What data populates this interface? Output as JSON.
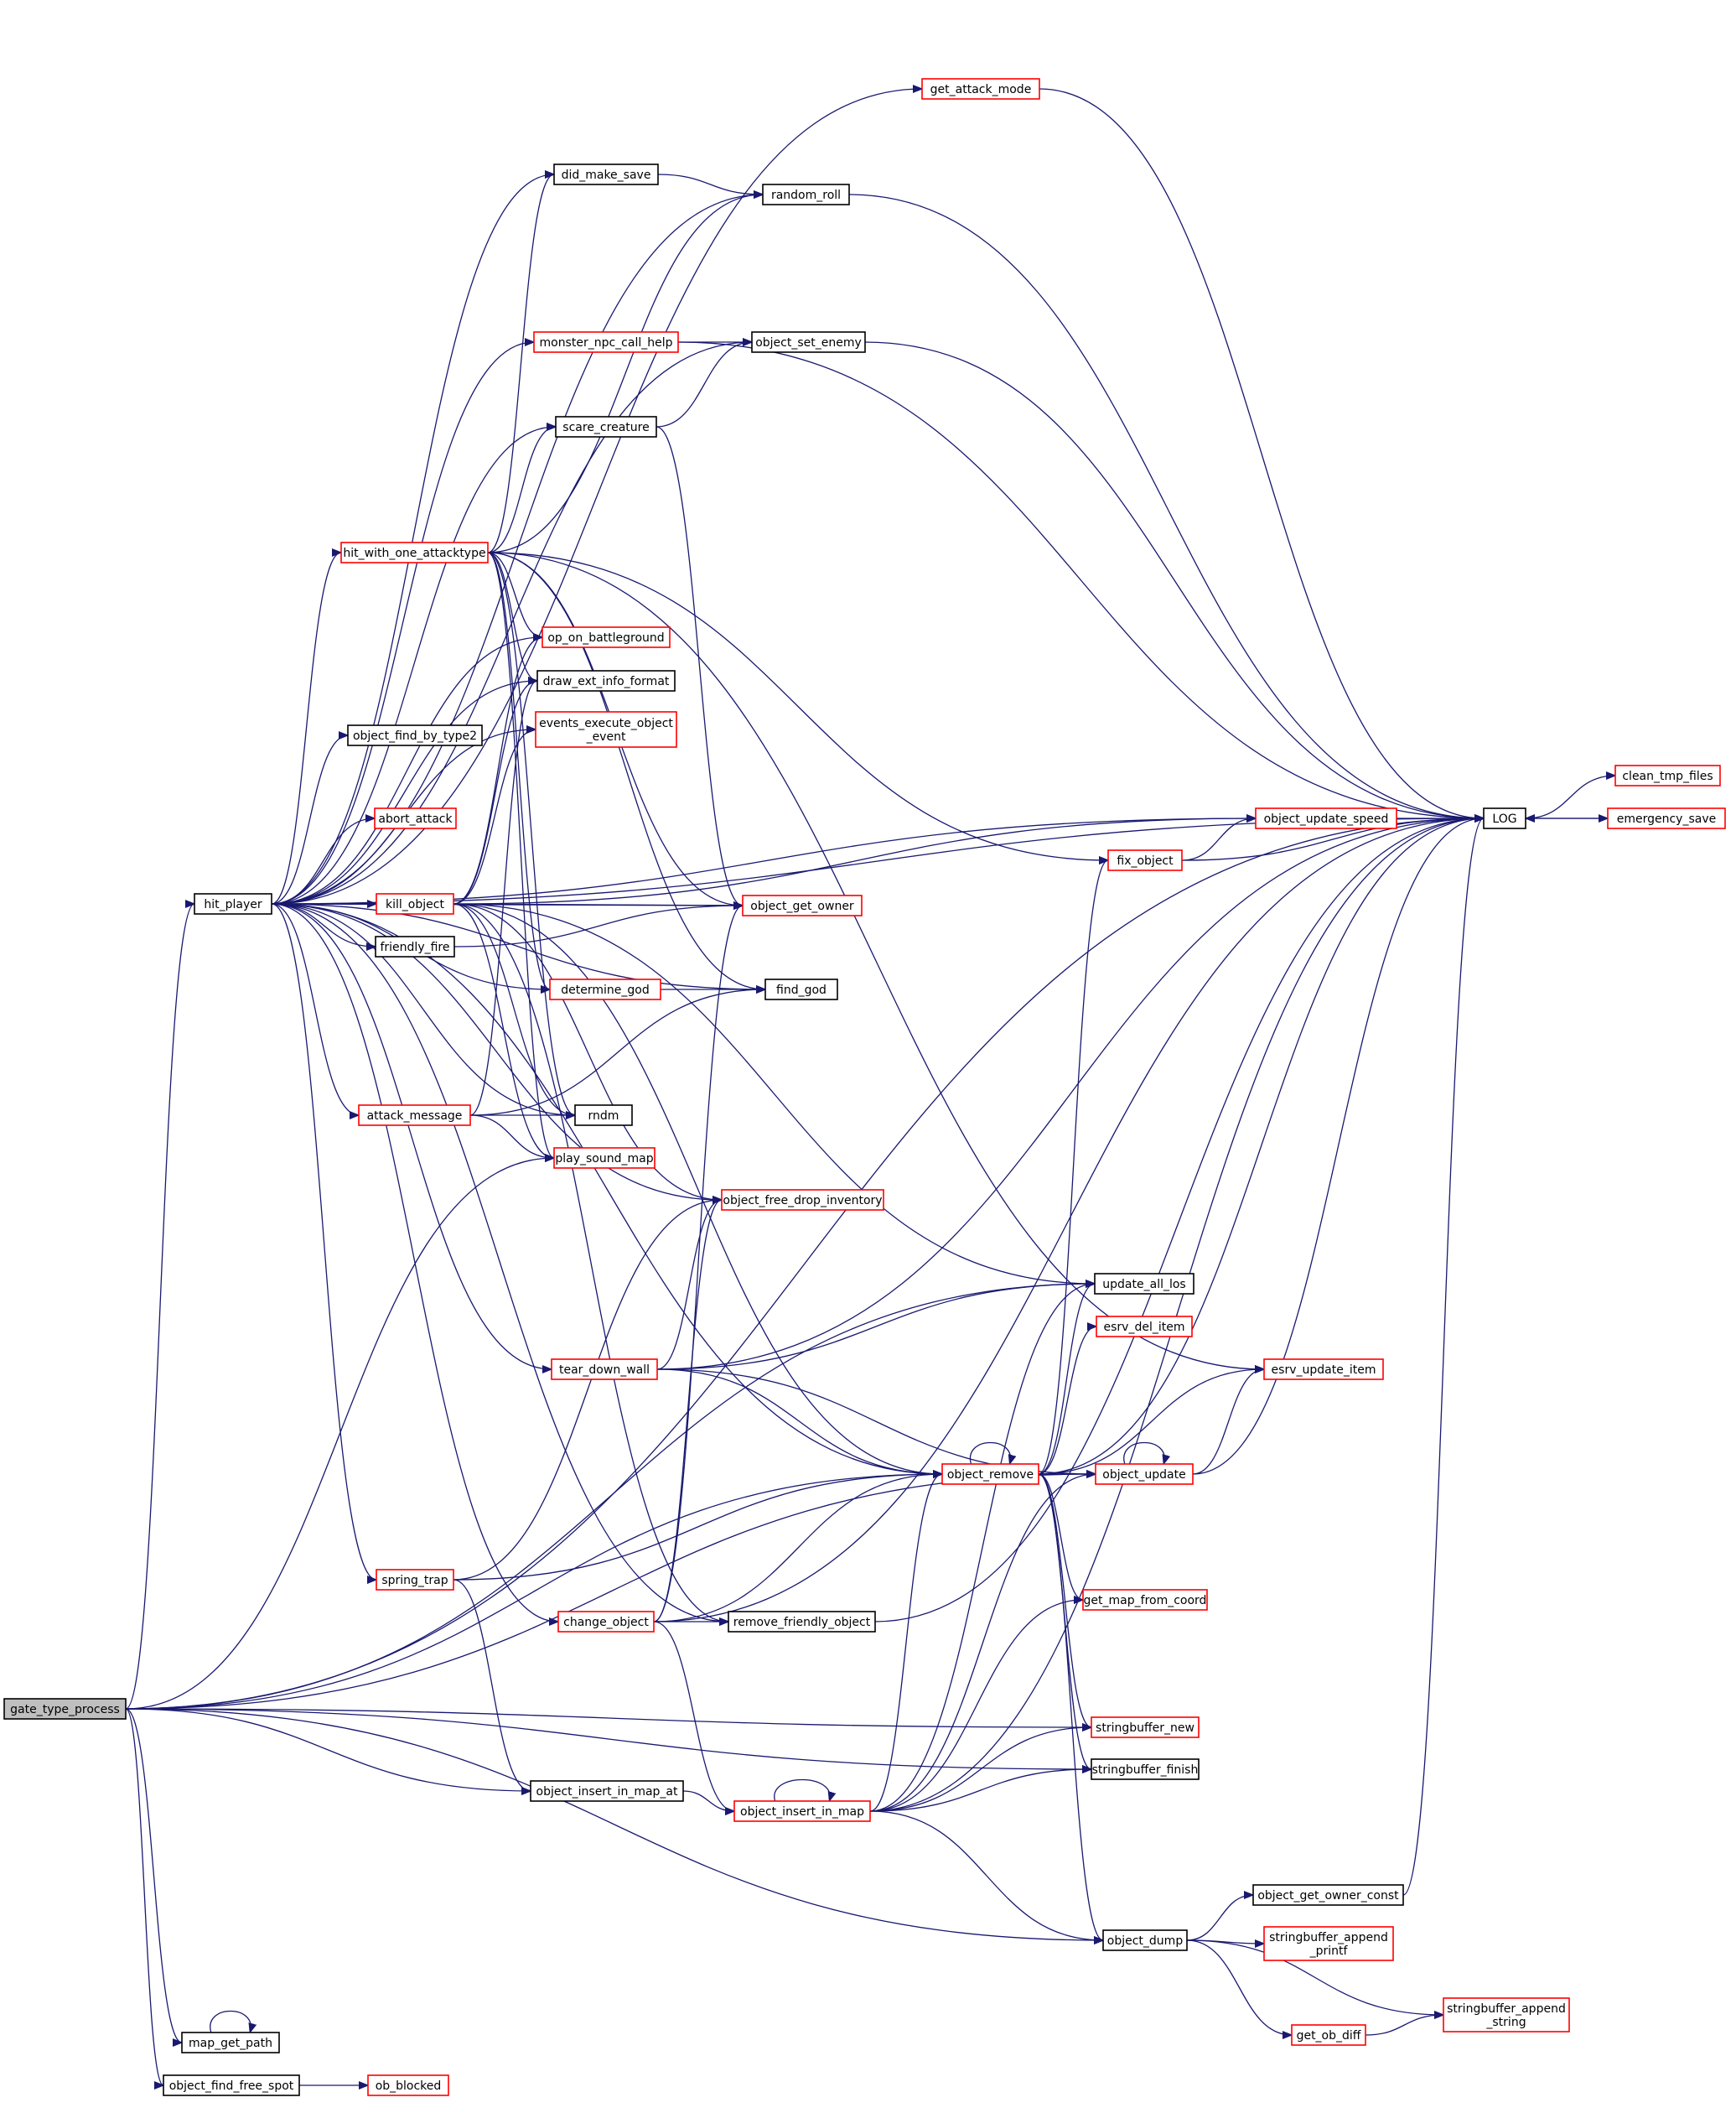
{
  "nodes": [
    {
      "id": "gate_type_process",
      "label": "gate_type_process",
      "style": "root"
    },
    {
      "id": "hit_player",
      "label": "hit_player",
      "style": "black"
    },
    {
      "id": "map_get_path",
      "label": "map_get_path",
      "style": "black"
    },
    {
      "id": "object_find_free_spot",
      "label": "object_find_free_spot",
      "style": "black"
    },
    {
      "id": "ob_blocked",
      "label": "ob_blocked",
      "style": "red"
    },
    {
      "id": "get_attack_mode",
      "label": "get_attack_mode",
      "style": "red"
    },
    {
      "id": "did_make_save",
      "label": "did_make_save",
      "style": "black"
    },
    {
      "id": "random_roll",
      "label": "random_roll",
      "style": "black"
    },
    {
      "id": "monster_npc_call_help",
      "label": "monster_npc_call_help",
      "style": "red"
    },
    {
      "id": "object_set_enemy",
      "label": "object_set_enemy",
      "style": "black"
    },
    {
      "id": "scare_creature",
      "label": "scare_creature",
      "style": "black"
    },
    {
      "id": "hit_with_one_attacktype",
      "label": "hit_with_one_attacktype",
      "style": "red"
    },
    {
      "id": "op_on_battleground",
      "label": "op_on_battleground",
      "style": "red"
    },
    {
      "id": "draw_ext_info_format",
      "label": "draw_ext_info_format",
      "style": "black"
    },
    {
      "id": "events_execute_object_event",
      "label": "events_execute_object\n_event",
      "style": "red"
    },
    {
      "id": "object_find_by_type2",
      "label": "object_find_by_type2",
      "style": "black"
    },
    {
      "id": "abort_attack",
      "label": "abort_attack",
      "style": "red"
    },
    {
      "id": "kill_object",
      "label": "kill_object",
      "style": "red"
    },
    {
      "id": "friendly_fire",
      "label": "friendly_fire",
      "style": "black"
    },
    {
      "id": "object_get_owner",
      "label": "object_get_owner",
      "style": "red"
    },
    {
      "id": "determine_god",
      "label": "determine_god",
      "style": "red"
    },
    {
      "id": "find_god",
      "label": "find_god",
      "style": "black"
    },
    {
      "id": "attack_message",
      "label": "attack_message",
      "style": "red"
    },
    {
      "id": "rndm",
      "label": "rndm",
      "style": "black"
    },
    {
      "id": "play_sound_map",
      "label": "play_sound_map",
      "style": "red"
    },
    {
      "id": "object_free_drop_inventory",
      "label": "object_free_drop_inventory",
      "style": "red"
    },
    {
      "id": "update_all_los",
      "label": "update_all_los",
      "style": "black"
    },
    {
      "id": "esrv_del_item",
      "label": "esrv_del_item",
      "style": "red"
    },
    {
      "id": "tear_down_wall",
      "label": "tear_down_wall",
      "style": "red"
    },
    {
      "id": "esrv_update_item",
      "label": "esrv_update_item",
      "style": "red"
    },
    {
      "id": "object_remove",
      "label": "object_remove",
      "style": "red"
    },
    {
      "id": "object_update",
      "label": "object_update",
      "style": "red"
    },
    {
      "id": "spring_trap",
      "label": "spring_trap",
      "style": "red"
    },
    {
      "id": "get_map_from_coord",
      "label": "get_map_from_coord",
      "style": "red"
    },
    {
      "id": "change_object",
      "label": "change_object",
      "style": "red"
    },
    {
      "id": "remove_friendly_object",
      "label": "remove_friendly_object",
      "style": "black"
    },
    {
      "id": "stringbuffer_new",
      "label": "stringbuffer_new",
      "style": "red"
    },
    {
      "id": "stringbuffer_finish",
      "label": "stringbuffer_finish",
      "style": "black"
    },
    {
      "id": "object_insert_in_map_at",
      "label": "object_insert_in_map_at",
      "style": "black"
    },
    {
      "id": "object_insert_in_map",
      "label": "object_insert_in_map",
      "style": "red"
    },
    {
      "id": "object_get_owner_const",
      "label": "object_get_owner_const",
      "style": "black"
    },
    {
      "id": "object_dump",
      "label": "object_dump",
      "style": "black"
    },
    {
      "id": "stringbuffer_append_printf",
      "label": "stringbuffer_append\n_printf",
      "style": "red"
    },
    {
      "id": "stringbuffer_append_string",
      "label": "stringbuffer_append\n_string",
      "style": "red"
    },
    {
      "id": "get_ob_diff",
      "label": "get_ob_diff",
      "style": "red"
    },
    {
      "id": "fix_object",
      "label": "fix_object",
      "style": "red"
    },
    {
      "id": "object_update_speed",
      "label": "object_update_speed",
      "style": "red"
    },
    {
      "id": "LOG",
      "label": "LOG",
      "style": "black"
    },
    {
      "id": "clean_tmp_files",
      "label": "clean_tmp_files",
      "style": "red"
    },
    {
      "id": "emergency_save",
      "label": "emergency_save",
      "style": "red"
    }
  ],
  "edges": [
    [
      "gate_type_process",
      "hit_player"
    ],
    [
      "gate_type_process",
      "map_get_path"
    ],
    [
      "gate_type_process",
      "object_find_free_spot"
    ],
    [
      "gate_type_process",
      "LOG"
    ],
    [
      "gate_type_process",
      "object_remove"
    ],
    [
      "gate_type_process",
      "object_update"
    ],
    [
      "gate_type_process",
      "play_sound_map"
    ],
    [
      "gate_type_process",
      "update_all_los"
    ],
    [
      "gate_type_process",
      "object_insert_in_map_at"
    ],
    [
      "gate_type_process",
      "stringbuffer_new"
    ],
    [
      "gate_type_process",
      "stringbuffer_finish"
    ],
    [
      "gate_type_process",
      "object_dump"
    ],
    [
      "map_get_path",
      "map_get_path"
    ],
    [
      "object_find_free_spot",
      "ob_blocked"
    ],
    [
      "hit_player",
      "get_attack_mode"
    ],
    [
      "hit_player",
      "did_make_save"
    ],
    [
      "hit_player",
      "random_roll"
    ],
    [
      "hit_player",
      "monster_npc_call_help"
    ],
    [
      "hit_player",
      "object_set_enemy"
    ],
    [
      "hit_player",
      "scare_creature"
    ],
    [
      "hit_player",
      "hit_with_one_attacktype"
    ],
    [
      "hit_player",
      "op_on_battleground"
    ],
    [
      "hit_player",
      "draw_ext_info_format"
    ],
    [
      "hit_player",
      "events_execute_object_event"
    ],
    [
      "hit_player",
      "object_find_by_type2"
    ],
    [
      "hit_player",
      "abort_attack"
    ],
    [
      "hit_player",
      "kill_object"
    ],
    [
      "hit_player",
      "friendly_fire"
    ],
    [
      "hit_player",
      "object_get_owner"
    ],
    [
      "hit_player",
      "determine_god"
    ],
    [
      "hit_player",
      "find_god"
    ],
    [
      "hit_player",
      "attack_message"
    ],
    [
      "hit_player",
      "rndm"
    ],
    [
      "hit_player",
      "object_free_drop_inventory"
    ],
    [
      "hit_player",
      "tear_down_wall"
    ],
    [
      "hit_player",
      "object_remove"
    ],
    [
      "hit_player",
      "spring_trap"
    ],
    [
      "hit_player",
      "change_object"
    ],
    [
      "hit_player",
      "remove_friendly_object"
    ],
    [
      "hit_player",
      "object_update_speed"
    ],
    [
      "hit_player",
      "LOG"
    ],
    [
      "get_attack_mode",
      "LOG"
    ],
    [
      "did_make_save",
      "random_roll"
    ],
    [
      "random_roll",
      "LOG"
    ],
    [
      "monster_npc_call_help",
      "object_set_enemy"
    ],
    [
      "monster_npc_call_help",
      "LOG"
    ],
    [
      "object_set_enemy",
      "LOG"
    ],
    [
      "scare_creature",
      "object_set_enemy"
    ],
    [
      "scare_creature",
      "object_get_owner"
    ],
    [
      "hit_with_one_attacktype",
      "did_make_save"
    ],
    [
      "hit_with_one_attacktype",
      "random_roll"
    ],
    [
      "hit_with_one_attacktype",
      "scare_creature"
    ],
    [
      "hit_with_one_attacktype",
      "op_on_battleground"
    ],
    [
      "hit_with_one_attacktype",
      "draw_ext_info_format"
    ],
    [
      "hit_with_one_attacktype",
      "determine_god"
    ],
    [
      "hit_with_one_attacktype",
      "find_god"
    ],
    [
      "hit_with_one_attacktype",
      "rndm"
    ],
    [
      "hit_with_one_attacktype",
      "play_sound_map"
    ],
    [
      "hit_with_one_attacktype",
      "fix_object"
    ],
    [
      "hit_with_one_attacktype",
      "esrv_update_item"
    ],
    [
      "hit_with_one_attacktype",
      "object_get_owner"
    ],
    [
      "kill_object",
      "op_on_battleground"
    ],
    [
      "kill_object",
      "draw_ext_info_format"
    ],
    [
      "kill_object",
      "events_execute_object_event"
    ],
    [
      "kill_object",
      "object_get_owner"
    ],
    [
      "kill_object",
      "object_update_speed"
    ],
    [
      "kill_object",
      "rndm"
    ],
    [
      "kill_object",
      "play_sound_map"
    ],
    [
      "kill_object",
      "object_free_drop_inventory"
    ],
    [
      "kill_object",
      "update_all_los"
    ],
    [
      "kill_object",
      "object_remove"
    ],
    [
      "kill_object",
      "remove_friendly_object"
    ],
    [
      "friendly_fire",
      "object_get_owner"
    ],
    [
      "determine_god",
      "find_god"
    ],
    [
      "attack_message",
      "rndm"
    ],
    [
      "attack_message",
      "play_sound_map"
    ],
    [
      "attack_message",
      "draw_ext_info_format"
    ],
    [
      "attack_message",
      "find_god"
    ],
    [
      "tear_down_wall",
      "object_free_drop_inventory"
    ],
    [
      "tear_down_wall",
      "update_all_los"
    ],
    [
      "tear_down_wall",
      "object_remove"
    ],
    [
      "tear_down_wall",
      "object_update"
    ],
    [
      "tear_down_wall",
      "LOG"
    ],
    [
      "spring_trap",
      "object_free_drop_inventory"
    ],
    [
      "spring_trap",
      "object_remove"
    ],
    [
      "spring_trap",
      "object_insert_in_map_at"
    ],
    [
      "change_object",
      "object_get_owner"
    ],
    [
      "change_object",
      "object_free_drop_inventory"
    ],
    [
      "change_object",
      "object_remove"
    ],
    [
      "change_object",
      "remove_friendly_object"
    ],
    [
      "change_object",
      "object_insert_in_map"
    ],
    [
      "change_object",
      "LOG"
    ],
    [
      "remove_friendly_object",
      "LOG"
    ],
    [
      "object_remove",
      "object_remove"
    ],
    [
      "object_remove",
      "fix_object"
    ],
    [
      "object_remove",
      "update_all_los"
    ],
    [
      "object_remove",
      "esrv_del_item"
    ],
    [
      "object_remove",
      "esrv_update_item"
    ],
    [
      "object_remove",
      "object_update"
    ],
    [
      "object_remove",
      "get_map_from_coord"
    ],
    [
      "object_remove",
      "stringbuffer_new"
    ],
    [
      "object_remove",
      "stringbuffer_finish"
    ],
    [
      "object_remove",
      "object_dump"
    ],
    [
      "object_remove",
      "LOG"
    ],
    [
      "object_update",
      "object_update"
    ],
    [
      "object_update",
      "esrv_update_item"
    ],
    [
      "object_update",
      "LOG"
    ],
    [
      "object_insert_in_map_at",
      "object_insert_in_map"
    ],
    [
      "object_insert_in_map",
      "object_insert_in_map"
    ],
    [
      "object_insert_in_map",
      "update_all_los"
    ],
    [
      "object_insert_in_map",
      "object_remove"
    ],
    [
      "object_insert_in_map",
      "object_update"
    ],
    [
      "object_insert_in_map",
      "get_map_from_coord"
    ],
    [
      "object_insert_in_map",
      "stringbuffer_new"
    ],
    [
      "object_insert_in_map",
      "stringbuffer_finish"
    ],
    [
      "object_insert_in_map",
      "object_dump"
    ],
    [
      "object_insert_in_map",
      "LOG"
    ],
    [
      "object_dump",
      "object_get_owner_const"
    ],
    [
      "object_dump",
      "stringbuffer_append_printf"
    ],
    [
      "object_dump",
      "stringbuffer_append_string"
    ],
    [
      "object_dump",
      "get_ob_diff"
    ],
    [
      "get_ob_diff",
      "stringbuffer_append_string"
    ],
    [
      "object_get_owner_const",
      "LOG"
    ],
    [
      "fix_object",
      "object_update_speed"
    ],
    [
      "fix_object",
      "LOG"
    ],
    [
      "object_update_speed",
      "LOG"
    ],
    [
      "LOG",
      "clean_tmp_files"
    ],
    [
      "LOG",
      "emergency_save"
    ],
    [
      "emergency_save",
      "LOG"
    ]
  ]
}
